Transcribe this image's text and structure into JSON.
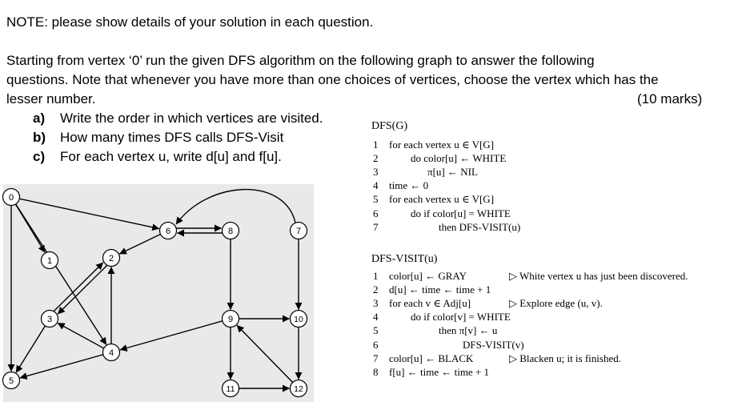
{
  "note": "NOTE: please show details of your solution in each question.",
  "intro": [
    "Starting from vertex ‘0’ run the given DFS algorithm on the following graph to answer the following",
    "questions. Note that whenever you have more than one choices of vertices, choose the vertex which has the",
    "lesser number."
  ],
  "marks": "(10 marks)",
  "questions": [
    {
      "tag": "a)",
      "text": "Write the order in which vertices are visited."
    },
    {
      "tag": "b)",
      "text": "How many times DFS calls DFS-Visit"
    },
    {
      "tag": "c)",
      "text": "For each vertex u, write d[u] and f[u]."
    }
  ],
  "dfs": {
    "title": "DFS(G)",
    "lines": [
      {
        "n": "1",
        "t": "for each vertex u ∈ V[G]"
      },
      {
        "n": "2",
        "t": "do color[u] ← WHITE"
      },
      {
        "n": "3",
        "t": "π[u] ← NIL"
      },
      {
        "n": "4",
        "t": "time ← 0"
      },
      {
        "n": "5",
        "t": "for each vertex u ∈ V[G]"
      },
      {
        "n": "6",
        "t": "do if color[u] = WHITE"
      },
      {
        "n": "7",
        "t": "then DFS-VISIT(u)"
      }
    ]
  },
  "visit": {
    "title": "DFS-VISIT(u)",
    "lines": [
      {
        "n": "1",
        "t": "color[u] ← GRAY",
        "c": "▷ White vertex u has just been discovered."
      },
      {
        "n": "2",
        "t": "d[u] ← time ← time + 1",
        "c": ""
      },
      {
        "n": "3",
        "t": "for each v ∈ Adj[u]",
        "c": "▷ Explore edge (u, v)."
      },
      {
        "n": "4",
        "t": "do if color[v] = WHITE",
        "c": ""
      },
      {
        "n": "5",
        "t": "then π[v] ← u",
        "c": ""
      },
      {
        "n": "6",
        "t": "DFS-VISIT(v)",
        "c": ""
      },
      {
        "n": "7",
        "t": "color[u] ← BLACK",
        "c": "▷ Blacken u; it is finished."
      },
      {
        "n": "8",
        "t": "f[u] ← time ← time + 1",
        "c": ""
      }
    ]
  },
  "graph": {
    "vertices": [
      "0",
      "1",
      "2",
      "3",
      "4",
      "5",
      "6",
      "7",
      "8",
      "9",
      "10",
      "11",
      "12"
    ],
    "edges": [
      [
        "0",
        "1"
      ],
      [
        "0",
        "5"
      ],
      [
        "0",
        "6"
      ],
      [
        "0",
        "4"
      ],
      [
        "2",
        "3"
      ],
      [
        "3",
        "2"
      ],
      [
        "3",
        "5"
      ],
      [
        "4",
        "2"
      ],
      [
        "4",
        "3"
      ],
      [
        "4",
        "5"
      ],
      [
        "6",
        "2"
      ],
      [
        "6",
        "8"
      ],
      [
        "7",
        "6"
      ],
      [
        "8",
        "6"
      ],
      [
        "8",
        "9"
      ],
      [
        "9",
        "4"
      ],
      [
        "9",
        "10"
      ],
      [
        "9",
        "11"
      ],
      [
        "7",
        "10"
      ],
      [
        "10",
        "12"
      ],
      [
        "11",
        "12"
      ],
      [
        "12",
        "9"
      ]
    ]
  }
}
